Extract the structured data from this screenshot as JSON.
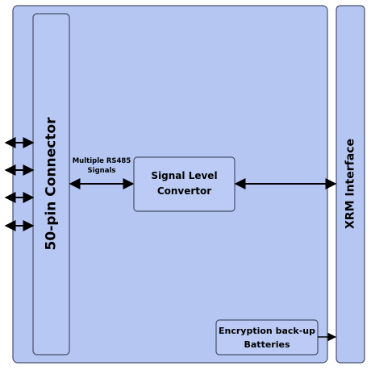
{
  "diagram": {
    "connector_label": "50-pin Connector",
    "signal_label_line1": "Multiple RS485",
    "signal_label_line2": "Signals",
    "converter_line1": "Signal Level",
    "converter_line2": "Convertor",
    "xrm_label": "XRM Interface",
    "battery_line1": "Encryption back-up",
    "battery_line2": "Batteries"
  },
  "colors": {
    "board_fill": "#B5C6F2",
    "connector_fill": "#B8C8F4",
    "block_fill": "#BBCBF5",
    "stroke": "#45506A",
    "arrow": "#000000"
  }
}
